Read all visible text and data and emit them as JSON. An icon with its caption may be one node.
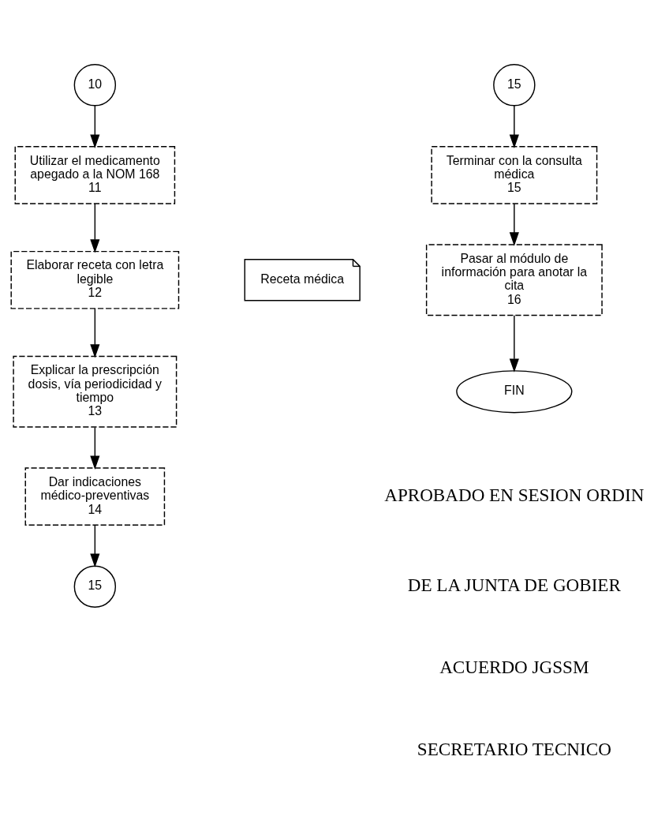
{
  "diagram": {
    "nodes": [
      {
        "text": [
          "10"
        ]
      },
      {
        "text": [
          "Utilizar el medicamento apegado a la NOM 168",
          "11"
        ]
      },
      {
        "text": [
          "Elaborar receta con letra legible",
          "12"
        ]
      },
      {
        "text": [
          "Receta médica"
        ]
      },
      {
        "text": [
          "Explicar la prescripción dosis, vía periodicidad y tiempo",
          "13"
        ]
      },
      {
        "text": [
          "Dar indicaciones médico-preventivas",
          "14"
        ]
      },
      {
        "text": [
          "15"
        ]
      },
      {
        "text": [
          "15"
        ]
      },
      {
        "text": [
          "Terminar con la consulta médica",
          "15"
        ]
      },
      {
        "text": [
          "Pasar al módulo de información para anotar la cita",
          "16"
        ]
      },
      {
        "text": [
          "FIN"
        ]
      }
    ],
    "edges": [
      {
        "from": 0,
        "to": 1,
        "arrow": "to"
      },
      {
        "from": 1,
        "to": 2,
        "arrow": "to"
      },
      {
        "from": 2,
        "to": 4,
        "arrow": "to"
      },
      {
        "from": 4,
        "to": 5,
        "arrow": "to"
      },
      {
        "from": 5,
        "to": 6,
        "arrow": "to"
      },
      {
        "from": 7,
        "to": 8,
        "arrow": "to"
      },
      {
        "from": 8,
        "to": 9,
        "arrow": "to"
      },
      {
        "from": 9,
        "to": 10,
        "arrow": "to"
      }
    ],
    "labels": [
      "APROBADO EN SESION ORDIN",
      "DE LA JUNTA DE GOBIER",
      "ACUERDO JGSSM",
      "SECRETARIO TECNICO"
    ]
  }
}
